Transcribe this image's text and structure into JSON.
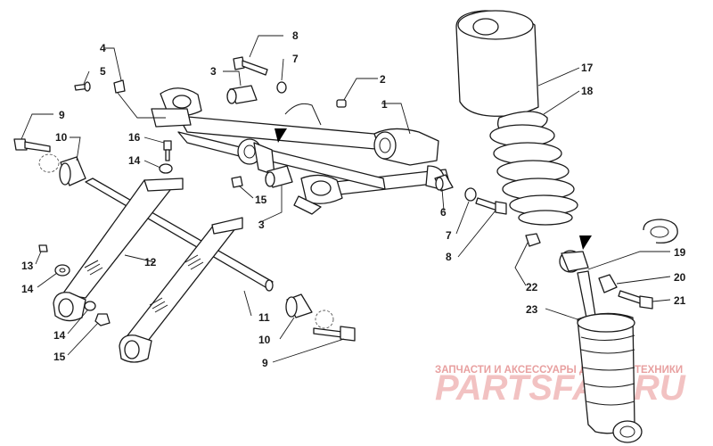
{
  "callouts": {
    "c1": "1",
    "c2": "2",
    "c3a": "3",
    "c3b": "3",
    "c4": "4",
    "c5": "5",
    "c6": "6",
    "c7a": "7",
    "c7b": "7",
    "c8a": "8",
    "c8b": "8",
    "c9a": "9",
    "c9b": "9",
    "c10a": "10",
    "c10b": "10",
    "c11": "11",
    "c12": "12",
    "c13": "13",
    "c14a": "14",
    "c14b": "14",
    "c14c": "14",
    "c15a": "15",
    "c15b": "15",
    "c16": "16",
    "c17": "17",
    "c18": "18",
    "c19": "19",
    "c20": "20",
    "c21": "21",
    "c22": "22",
    "c23": "23"
  },
  "watermark": {
    "caption": "ЗАПЧАСТИ И АКСЕССУАРЫ ДЛЯ МОТОТЕХНИКИ",
    "logo_text": "PARTSFAN.RU"
  },
  "colors": {
    "line": "#1a1a1a",
    "watermark_caption": "#e8a0a0",
    "watermark_logo": "#f2c2c2"
  }
}
